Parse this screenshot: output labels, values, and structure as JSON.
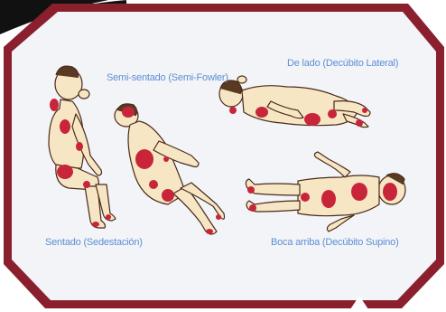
{
  "colors": {
    "frame": "#8a1f2d",
    "panel": "#f3f4f8",
    "caption": "#5b8fd3",
    "skin": "#f7e6c4",
    "outline": "#4a2a1a",
    "pressure_area": "#c8253a"
  },
  "positions": [
    {
      "id": "sitting",
      "label": "Sentado (Sedestación)"
    },
    {
      "id": "semi-fowler",
      "label": "Semi-sentado (Semi-Fowler)"
    },
    {
      "id": "lateral",
      "label": "De lado (Decúbito Lateral)"
    },
    {
      "id": "supine",
      "label": "Boca arriba (Decúbito Supino)"
    }
  ]
}
